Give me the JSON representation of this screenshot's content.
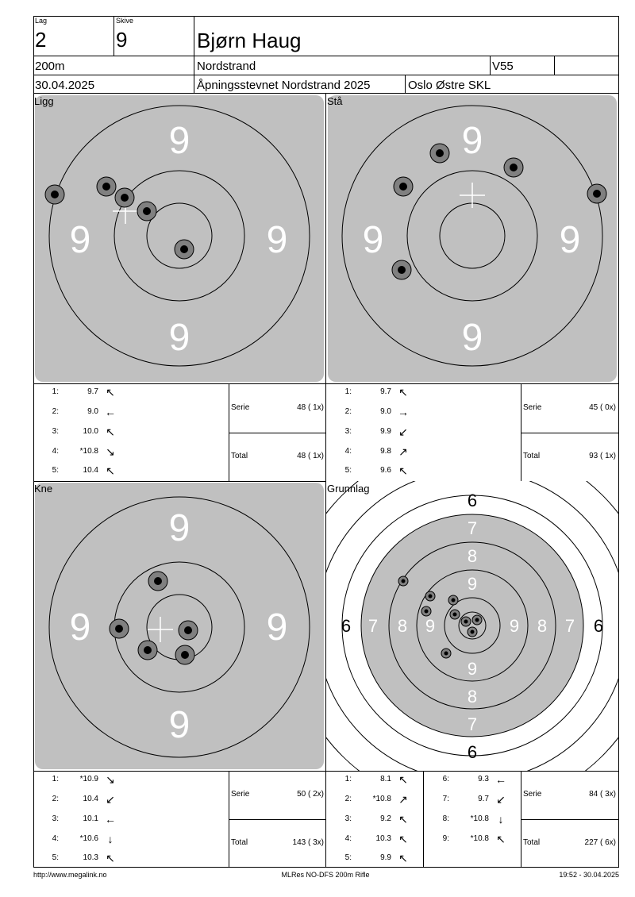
{
  "header": {
    "lag_label": "Lag",
    "lag": "2",
    "skive_label": "Skive",
    "skive": "9",
    "name": "Bjørn Haug",
    "distance": "200m",
    "club_short": "Nordstrand",
    "class": "V55",
    "date": "30.04.2025",
    "event": "Åpningsstevnet Nordstrand 2025",
    "club": "Oslo Østre SKL"
  },
  "panels": {
    "ligg": {
      "title": "Ligg",
      "score_label": "9",
      "shots": [
        {
          "n": "1:",
          "v": "9.7",
          "a": "↖"
        },
        {
          "n": "2:",
          "v": "9.0",
          "a": "←"
        },
        {
          "n": "3:",
          "v": "10.0",
          "a": "↖"
        },
        {
          "n": "4:",
          "v": "*10.8",
          "a": "↘"
        },
        {
          "n": "5:",
          "v": "10.4",
          "a": "↖"
        }
      ],
      "serie_label": "Serie",
      "serie": "48 ( 1x)",
      "total_label": "Total",
      "total": "48 ( 1x)"
    },
    "sta": {
      "title": "Stå",
      "score_label": "9",
      "shots": [
        {
          "n": "1:",
          "v": "9.7",
          "a": "↖"
        },
        {
          "n": "2:",
          "v": "9.0",
          "a": "→"
        },
        {
          "n": "3:",
          "v": "9.9",
          "a": "↙"
        },
        {
          "n": "4:",
          "v": "9.8",
          "a": "↗"
        },
        {
          "n": "5:",
          "v": "9.6",
          "a": "↖"
        }
      ],
      "serie_label": "Serie",
      "serie": "45 ( 0x)",
      "total_label": "Total",
      "total": "93 ( 1x)"
    },
    "kne": {
      "title": "Kne",
      "score_label": "9",
      "shots": [
        {
          "n": "1:",
          "v": "*10.9",
          "a": "↘"
        },
        {
          "n": "2:",
          "v": "10.4",
          "a": "↙"
        },
        {
          "n": "3:",
          "v": "10.1",
          "a": "←"
        },
        {
          "n": "4:",
          "v": "*10.6",
          "a": "↓"
        },
        {
          "n": "5:",
          "v": "10.3",
          "a": "↖"
        }
      ],
      "serie_label": "Serie",
      "serie": "50 ( 2x)",
      "total_label": "Total",
      "total": "143 ( 3x)"
    },
    "grunnlag": {
      "title": "Grunnlag",
      "ring_labels": {
        "r6": "6",
        "r7": "7",
        "r8": "8",
        "r9": "9"
      },
      "shots_left": [
        {
          "n": "1:",
          "v": "8.1",
          "a": "↖"
        },
        {
          "n": "2:",
          "v": "*10.8",
          "a": "↗"
        },
        {
          "n": "3:",
          "v": "9.2",
          "a": "↖"
        },
        {
          "n": "4:",
          "v": "10.3",
          "a": "↖"
        },
        {
          "n": "5:",
          "v": "9.9",
          "a": "↖"
        }
      ],
      "shots_right": [
        {
          "n": "6:",
          "v": "9.3",
          "a": "←"
        },
        {
          "n": "7:",
          "v": "9.7",
          "a": "↙"
        },
        {
          "n": "8:",
          "v": "*10.8",
          "a": "↓"
        },
        {
          "n": "9:",
          "v": "*10.8",
          "a": "↖"
        }
      ],
      "serie_label": "Serie",
      "serie": "84 ( 3x)",
      "total_label": "Total",
      "total": "227 ( 6x)"
    }
  },
  "footer": {
    "url": "http://www.megalink.no",
    "program": "MLRes NO-DFS 200m Rifle",
    "timestamp": "19:52 - 30.04.2025"
  },
  "colors": {
    "target_gray": "#c0c0c0",
    "shot_outer": "#808080",
    "shot_inner": "#000000"
  }
}
